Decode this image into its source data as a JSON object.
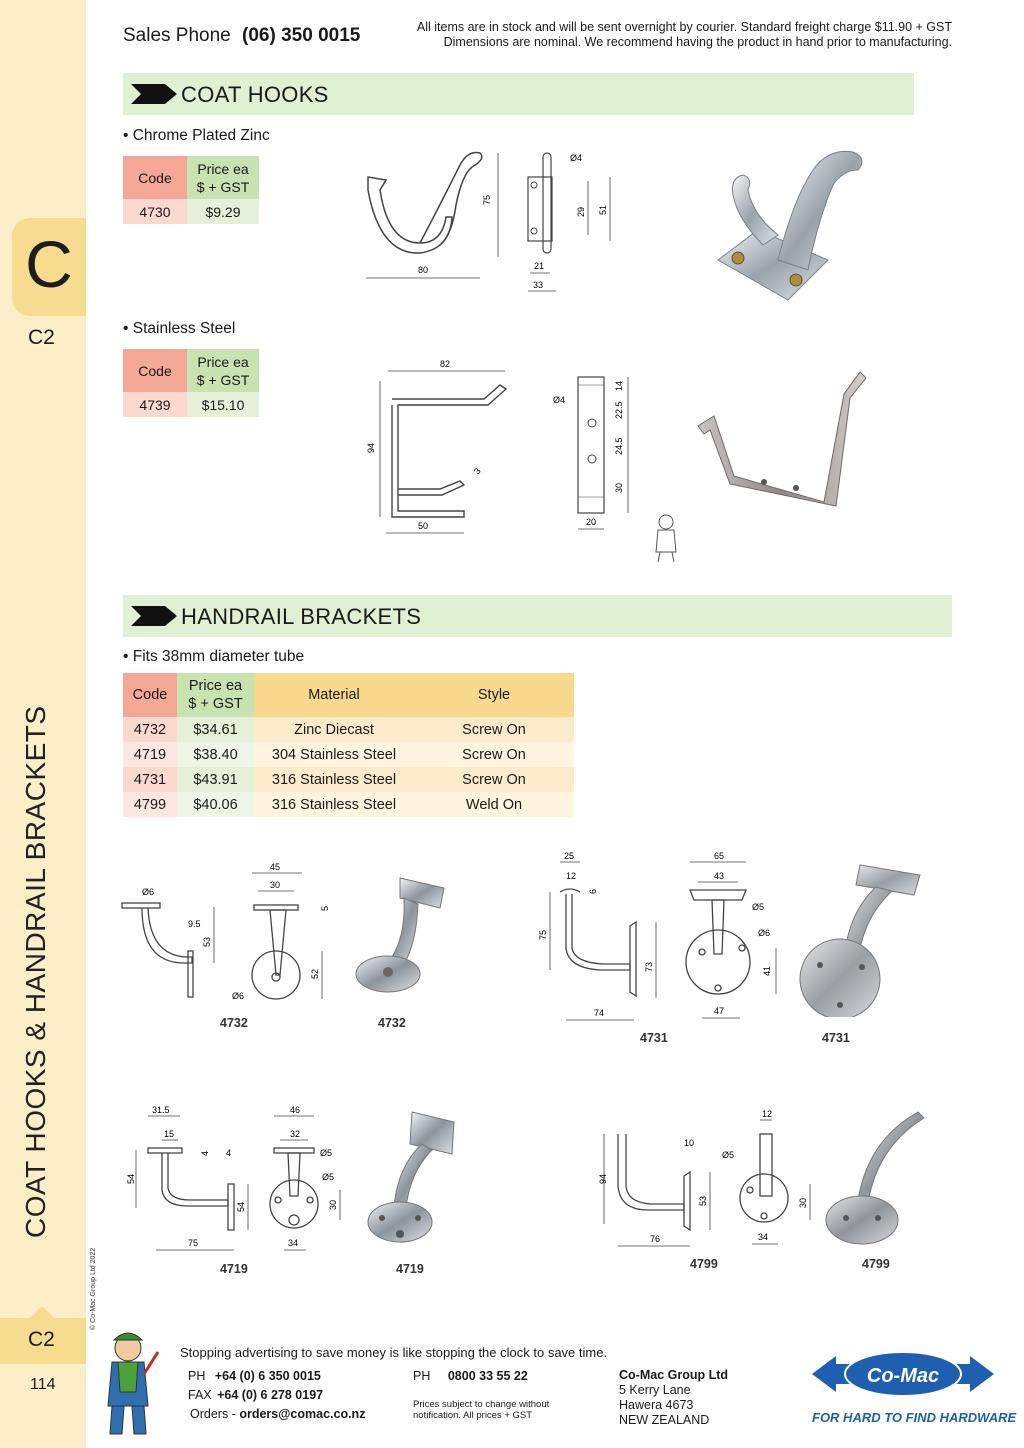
{
  "header": {
    "sales_label": "Sales Phone",
    "sales_phone": "(06) 350 0015",
    "notice_line1": "All items are in stock and will be sent overnight by courier. Standard freight charge $11.90 + GST",
    "notice_line2": "Dimensions are nominal. We recommend having the product in hand prior to manufacturing."
  },
  "sidebar": {
    "section_letter": "C",
    "section_code_top": "C2",
    "vertical_title": "COAT HOOKS & HANDRAIL BRACKETS",
    "copyright": "© Co-Mac Group Ltd 2022",
    "section_code_bottom": "C2",
    "page_number": "114"
  },
  "coat_hooks": {
    "title": "COAT HOOKS",
    "chrome": {
      "bullet": "• Chrome Plated Zinc",
      "head_code": "Code",
      "head_price1": "Price ea",
      "head_price2": "$ + GST",
      "code": "4730",
      "price": "$9.29",
      "dims": {
        "w": "80",
        "h": "75",
        "d": "Ø4",
        "a": "29",
        "b": "51",
        "c": "21",
        "e": "33"
      }
    },
    "stainless": {
      "bullet": "• Stainless Steel",
      "head_code": "Code",
      "head_price1": "Price ea",
      "head_price2": "$ + GST",
      "code": "4739",
      "price": "$15.10",
      "dims": {
        "top": "82",
        "h": "94",
        "t": "3",
        "bot": "50",
        "d": "Ø4",
        "a": "14",
        "b": "22.5",
        "c": "24.5",
        "e": "30",
        "w": "20"
      }
    }
  },
  "handrail": {
    "title": "HANDRAIL BRACKETS",
    "bullet": "• Fits 38mm diameter tube",
    "headers": {
      "code": "Code",
      "price1": "Price ea",
      "price2": "$ + GST",
      "material": "Material",
      "style": "Style"
    },
    "rows": [
      {
        "code": "4732",
        "price": "$34.61",
        "material": "Zinc Diecast",
        "style": "Screw On"
      },
      {
        "code": "4719",
        "price": "$38.40",
        "material": "304 Stainless Steel",
        "style": "Screw On"
      },
      {
        "code": "4731",
        "price": "$43.91",
        "material": "316 Stainless Steel",
        "style": "Screw On"
      },
      {
        "code": "4799",
        "price": "$40.06",
        "material": "316 Stainless Steel",
        "style": "Weld On"
      }
    ],
    "figures": {
      "f4732": {
        "label": "4732",
        "d1": "Ø6",
        "d2": "9.5",
        "d3": "53",
        "d4": "45",
        "d5": "30",
        "d6": "5",
        "d7": "52",
        "d8": "Ø6"
      },
      "f4731": {
        "label": "4731",
        "d1": "25",
        "d2": "12",
        "d3": "6",
        "d4": "75",
        "d5": "73",
        "d6": "74",
        "d7": "65",
        "d8": "43",
        "d9": "Ø5",
        "d10": "Ø6",
        "d11": "41",
        "d12": "47"
      },
      "f4719": {
        "label": "4719",
        "d1": "31.5",
        "d2": "15",
        "d3": "4",
        "d4": "4",
        "d5": "54",
        "d6": "54",
        "d7": "75",
        "d8": "46",
        "d9": "32",
        "d10": "Ø5",
        "d11": "Ø5",
        "d12": "30",
        "d13": "34"
      },
      "f4799": {
        "label": "4799",
        "d1": "10",
        "d2": "94",
        "d3": "53",
        "d4": "76",
        "d5": "12",
        "d6": "Ø5",
        "d7": "30",
        "d8": "34"
      }
    }
  },
  "footer": {
    "slogan": "Stopping advertising to save money is like stopping the clock to save time.",
    "ph_label": "PH",
    "ph": "+64 (0) 6 350 0015",
    "fax_label": "FAX",
    "fax": "+64 (0) 6 278 0197",
    "orders_label": "Orders -",
    "orders": "orders@comac.co.nz",
    "ph2_label": "PH",
    "ph2": "0800 33 55 22",
    "note1": "Prices subject to change without",
    "note2": "notification. All prices + GST",
    "company": "Co-Mac Group Ltd",
    "addr1": "5 Kerry Lane",
    "addr2": "Hawera 4673",
    "addr3": "NEW ZEALAND",
    "logo": "Co-Mac",
    "tagline": "FOR HARD TO FIND HARDWARE"
  },
  "colors": {
    "strip": "#fbeec8",
    "tab": "#f7dc8f",
    "bar": "#dff0d3",
    "logo_blue": "#1f5fb0"
  }
}
